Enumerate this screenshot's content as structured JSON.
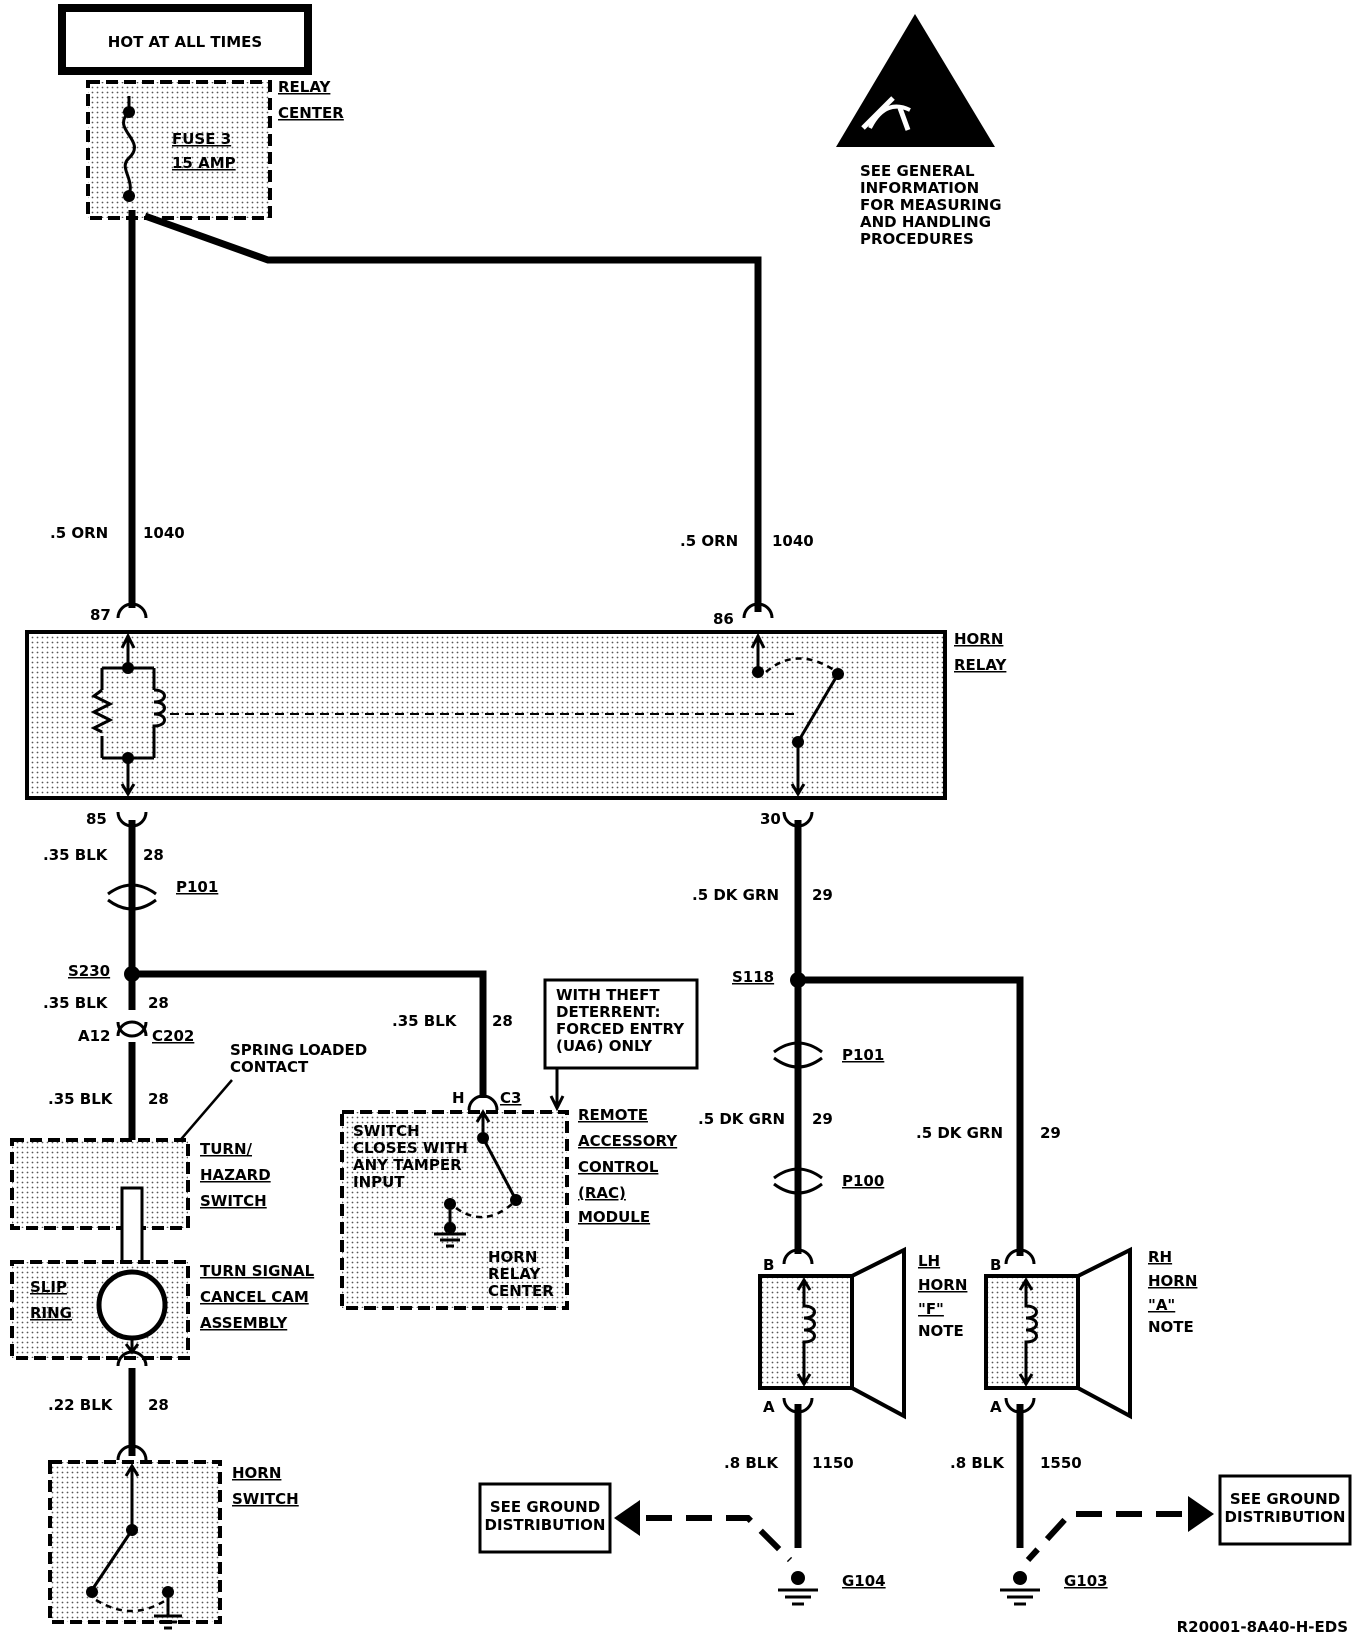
{
  "power": {
    "label": "HOT AT ALL TIMES"
  },
  "relay_center": {
    "line1": "RELAY",
    "line2": "CENTER",
    "fuse_line1": "FUSE 3",
    "fuse_line2": "15 AMP"
  },
  "esd_note": {
    "lines": [
      "SEE GENERAL",
      "INFORMATION",
      "FOR MEASURING",
      "AND HANDLING",
      "PROCEDURES"
    ]
  },
  "wires": {
    "left_feed": {
      "gauge": ".5 ORN",
      "circuit": "1040"
    },
    "right_feed": {
      "gauge": ".5 ORN",
      "circuit": "1040"
    },
    "w85": {
      "gauge": ".35 BLK",
      "circuit": "28"
    },
    "w_s230": {
      "gauge": ".35 BLK",
      "circuit": "28"
    },
    "w_rac": {
      "gauge": ".35 BLK",
      "circuit": "28"
    },
    "w_turn": {
      "gauge": ".35 BLK",
      "circuit": "28"
    },
    "w_horn_sw": {
      "gauge": ".22 BLK",
      "circuit": "28"
    },
    "w30": {
      "gauge": ".5 DK GRN",
      "circuit": "29"
    },
    "w_lh": {
      "gauge": ".5 DK GRN",
      "circuit": "29"
    },
    "w_rh": {
      "gauge": ".5 DK GRN",
      "circuit": "29"
    },
    "w_g104": {
      "gauge": ".8 BLK",
      "circuit": "1150"
    },
    "w_g103": {
      "gauge": ".8 BLK",
      "circuit": "1550"
    }
  },
  "horn_relay": {
    "line1": "HORN",
    "line2": "RELAY",
    "pin87": "87",
    "pin86": "86",
    "pin85": "85",
    "pin30": "30"
  },
  "connectors": {
    "p101_left": "P101",
    "p101_right": "P101",
    "p100": "P100",
    "c202": "C202",
    "c202_pin": "A12",
    "c3": "C3",
    "c3_pin": "H"
  },
  "splices": {
    "s230": "S230",
    "s118": "S118"
  },
  "theft_note": {
    "lines": [
      "WITH THEFT",
      "DETERRENT:",
      "FORCED ENTRY",
      "(UA6) ONLY"
    ]
  },
  "rac": {
    "lines": [
      "REMOTE",
      "ACCESSORY",
      "CONTROL",
      "(RAC)",
      "MODULE"
    ],
    "switch_note": [
      "SWITCH",
      "CLOSES WITH",
      "ANY TAMPER",
      "INPUT"
    ],
    "center": [
      "HORN",
      "RELAY",
      "CENTER"
    ]
  },
  "spring_note": {
    "lines": [
      "SPRING LOADED",
      "CONTACT"
    ]
  },
  "turn_hazard": {
    "lines": [
      "TURN/",
      "HAZARD",
      "SWITCH"
    ]
  },
  "cancel_cam": {
    "lines": [
      "TURN SIGNAL",
      "CANCEL CAM",
      "ASSEMBLY"
    ],
    "slip1": "SLIP",
    "slip2": "RING"
  },
  "horn_switch": {
    "line1": "HORN",
    "line2": "SWITCH"
  },
  "lh_horn": {
    "lines": [
      "LH",
      "HORN",
      "\"F\"",
      "NOTE"
    ],
    "pinB": "B",
    "pinA": "A"
  },
  "rh_horn": {
    "lines": [
      "RH",
      "HORN",
      "\"A\"",
      "NOTE"
    ],
    "pinB": "B",
    "pinA": "A"
  },
  "ground_note": {
    "line1": "SEE GROUND",
    "line2": "DISTRIBUTION"
  },
  "grounds": {
    "g104": "G104",
    "g103": "G103"
  },
  "figure_id": "R20001-8A40-H-EDS"
}
